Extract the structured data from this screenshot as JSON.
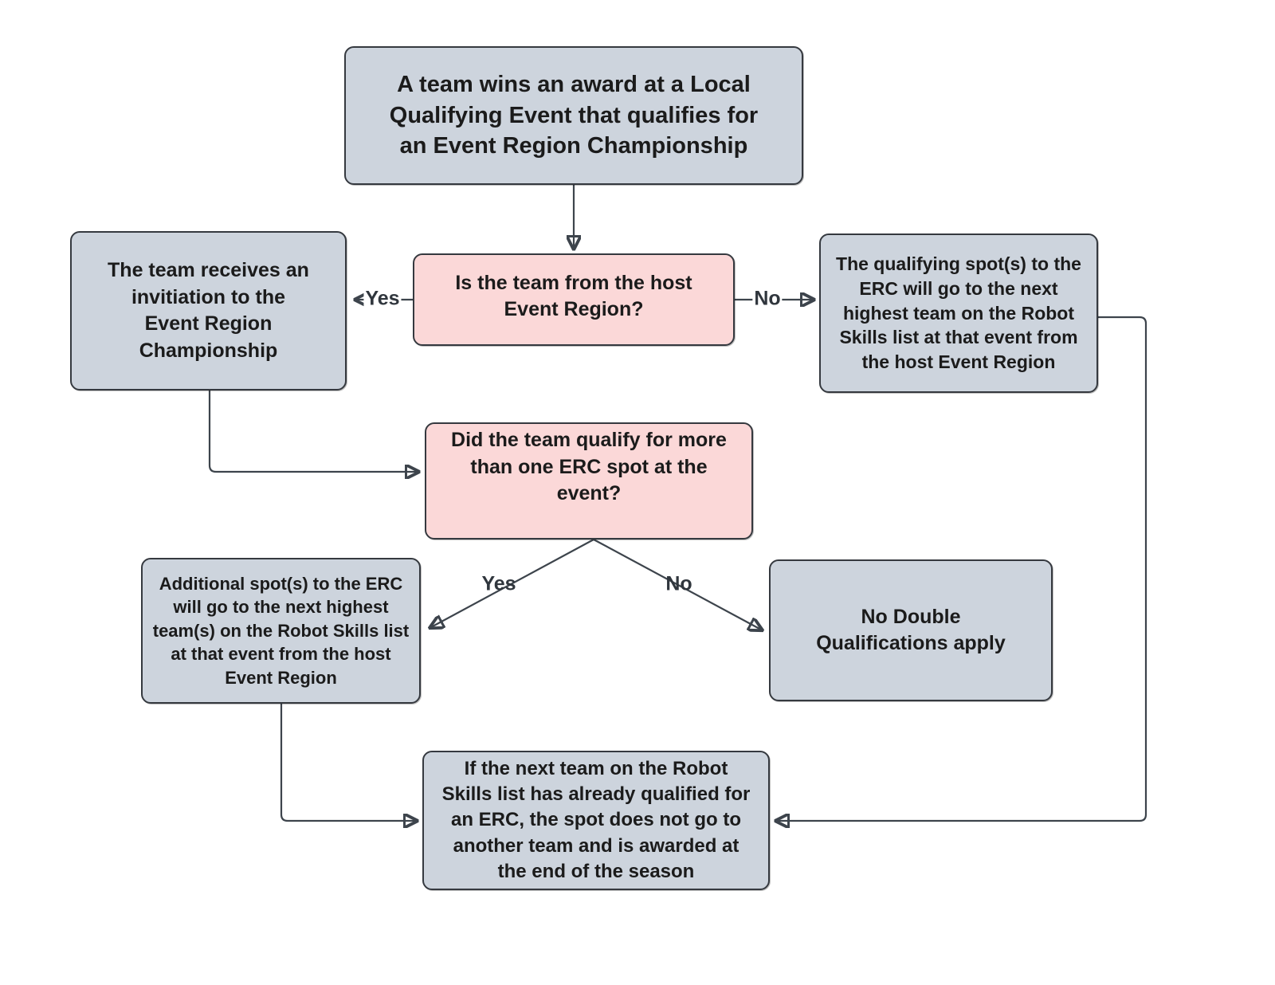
{
  "diagram": {
    "type": "flowchart",
    "nodes": {
      "start": {
        "text": "A team wins an award at a Local\nQualifying Event that qualifies for\nan Event Region Championship",
        "fill": "#cdd4dd"
      },
      "host_question": {
        "text": "Is the team from the host\nEvent Region?",
        "fill": "#fbd8d8"
      },
      "invitation": {
        "text": "The team receives an\ninvitiation to the\nEvent Region\nChampionship",
        "fill": "#cdd4dd"
      },
      "qualifying_spot": {
        "text": "The qualifying spot(s) to the\nERC will go to the next\nhighest team on the Robot\nSkills list at that event from\nthe host Event Region",
        "fill": "#cdd4dd"
      },
      "more_question": {
        "text": "Did the team qualify for more\nthan one ERC spot at the event?",
        "fill": "#fbd8d8"
      },
      "additional_spots": {
        "text": "Additional spot(s) to the ERC\nwill go to the next highest\nteam(s) on the Robot Skills list\nat that event from the host\nEvent Region",
        "fill": "#cdd4dd"
      },
      "no_double": {
        "text": "No Double\nQualifications apply",
        "fill": "#cdd4dd"
      },
      "season_end": {
        "text": "If the next team on the Robot\nSkills list has already qualified for\nan ERC, the spot does not go to\nanother team and is awarded at\nthe end of the season",
        "fill": "#cdd4dd"
      }
    },
    "edge_labels": {
      "host_yes": "Yes",
      "host_no": "No",
      "more_yes": "Yes",
      "more_no": "No"
    },
    "colors": {
      "background": "#ffffff",
      "gray_node_fill": "#cdd4dd",
      "pink_node_fill": "#fbd8d8",
      "node_border": "#35393f",
      "connector": "#3d444c",
      "text": "#1b1b1b"
    }
  }
}
